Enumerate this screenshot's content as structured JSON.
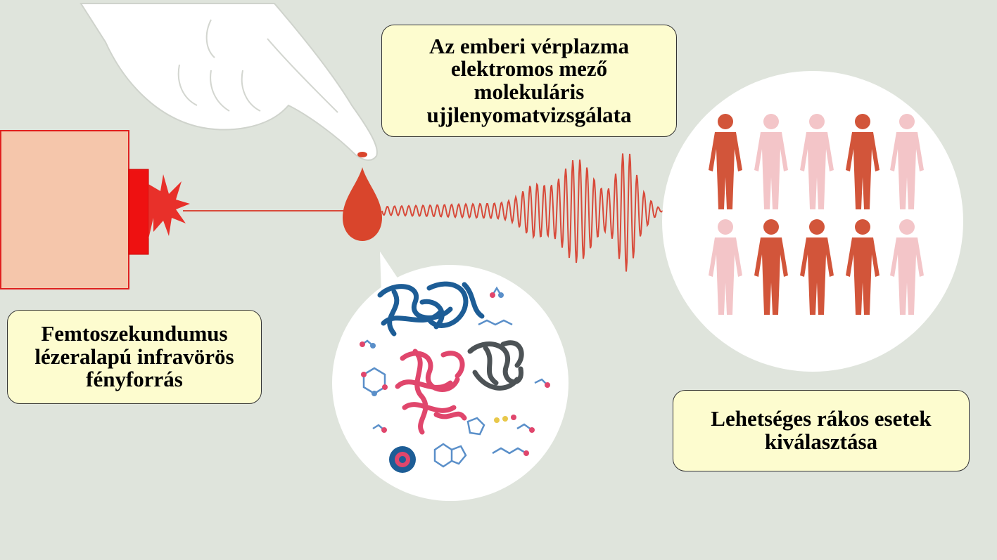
{
  "labels": {
    "plasma_fingerprint": "Az emberi vérplazma\nelektromos mező\nmolekuláris\nujjlenyomatvizsgálata",
    "laser_source": "Femtoszekundumus\nlézeralapú infravörös\nfényforrás",
    "cancer_selection": "Lehetséges rákos esetek\nkiválasztása"
  },
  "people_grid": {
    "rows": [
      [
        "highlighted",
        "faded",
        "faded",
        "highlighted",
        "faded"
      ],
      [
        "faded",
        "highlighted",
        "highlighted",
        "highlighted",
        "faded"
      ]
    ]
  },
  "icons": [
    "pointing-hand-icon",
    "laser-device-icon",
    "blood-drop-icon",
    "electric-field-wave-icon",
    "molecules-bubble-icon",
    "people-circle-icon"
  ],
  "colors": {
    "background": "#dfe4dc",
    "label_fill": "#fdfccf",
    "laser_box": "#f5c6ab",
    "laser_border": "#e0201e",
    "beam": "#d84a3a",
    "blood": "#d9452c",
    "person_highlight": "#d2553a",
    "person_faded": "#f3c5c8",
    "protein_blue": "#1d5d96",
    "protein_pink": "#e0466c",
    "protein_gray": "#4d5356"
  }
}
